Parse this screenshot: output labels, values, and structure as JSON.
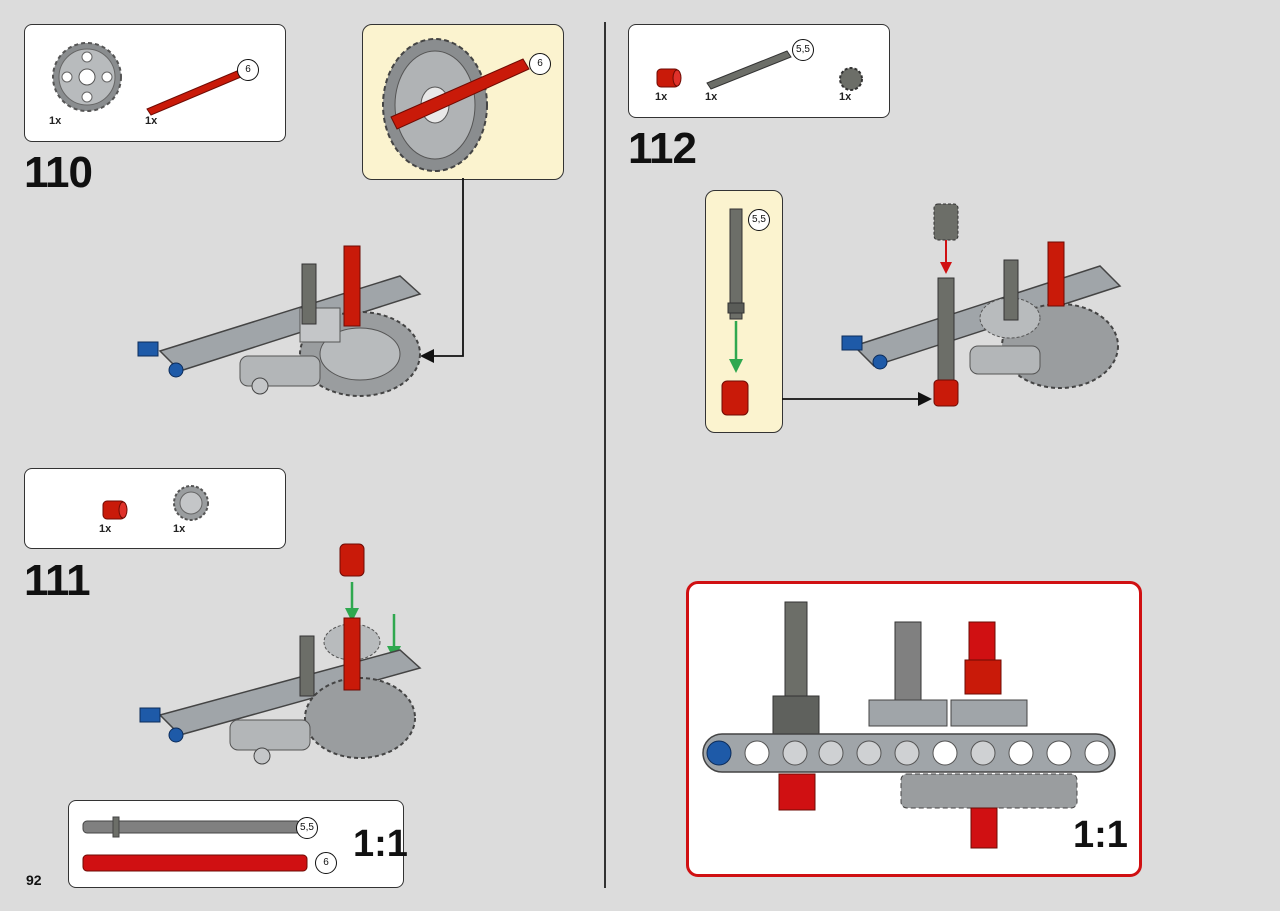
{
  "page": {
    "number": "92"
  },
  "steps": [
    {
      "number": "110",
      "parts": [
        {
          "icon": "gear-36-tooth-icon",
          "qty": "1x"
        },
        {
          "icon": "red-axle-icon",
          "qty": "1x",
          "length": "6"
        }
      ],
      "callout_length": "6"
    },
    {
      "number": "111",
      "parts": [
        {
          "icon": "red-bush-icon",
          "qty": "1x"
        },
        {
          "icon": "gear-20-tooth-icon",
          "qty": "1x"
        }
      ]
    },
    {
      "number": "112",
      "parts": [
        {
          "icon": "red-bush-icon",
          "qty": "1x"
        },
        {
          "icon": "grey-axle-stop-icon",
          "qty": "1x",
          "length": "5,5"
        },
        {
          "icon": "gear-12-tooth-icon",
          "qty": "1x"
        }
      ],
      "callout_length": "5,5"
    }
  ],
  "scale_panel": {
    "label": "1:1",
    "axles": [
      {
        "length": "5,5",
        "color": "#808080"
      },
      {
        "length": "6",
        "color": "#d01012"
      }
    ]
  },
  "detail_panel": {
    "label": "1:1",
    "border_color": "#d01012"
  },
  "colors": {
    "lego_red": "#c91a09",
    "light_grey": "#a0a5a9",
    "dark_grey": "#6c6e68",
    "technic_blue": "#1e5aa8",
    "arrow_green": "#2fa84f",
    "background": "#dcdcdc"
  }
}
